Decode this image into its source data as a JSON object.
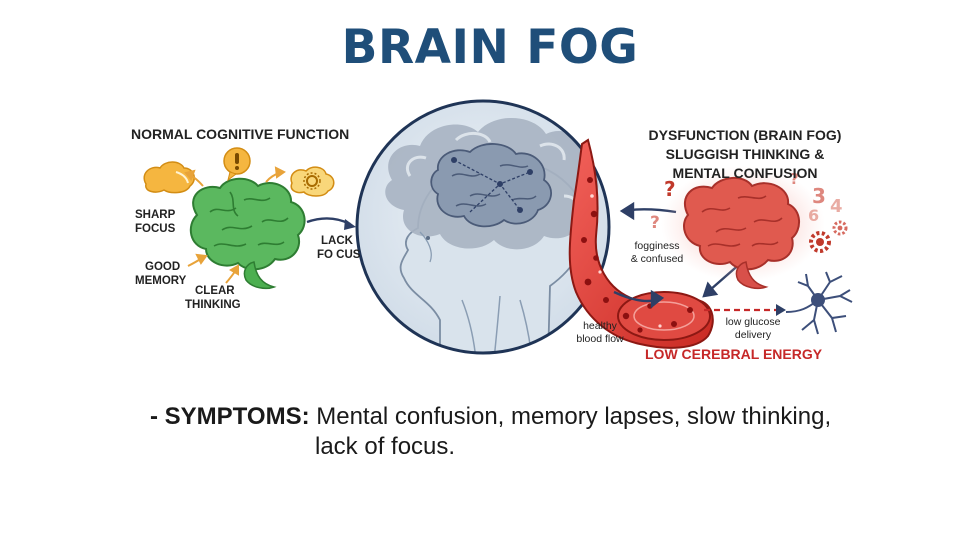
{
  "title": "BRAIN FOG",
  "colors": {
    "title": "#1f4e79",
    "healthy_brain": "#4caf50",
    "foggy_brain": "#e05a4f",
    "vessel": "#d9322b",
    "low_energy_text": "#c62828",
    "neuron": "#3d4f7a",
    "thought_bubble": "#f5b640"
  },
  "left_panel": {
    "heading": "NORMAL COGNITIVE FUNCTION",
    "labels": {
      "sharp_focus_1": "SHARP",
      "sharp_focus_2": "FOCUS",
      "good_memory_1": "GOOD",
      "good_memory_2": "MEMORY",
      "clear_thinking_1": "CLEAR",
      "clear_thinking_2": "THINKING",
      "lack_focus_1": "LACK",
      "lack_focus_2": "FO CUS"
    },
    "icons": [
      "cloud-bubble-icon",
      "exclamation-bubble-icon",
      "gear-bubble-icon"
    ]
  },
  "right_panel": {
    "heading_1": "DYSFUNCTION (BRAIN FOG)",
    "heading_2": "SLUGGISH THINKING &",
    "heading_3": "MENTAL CONFUSION",
    "labels": {
      "fogginess_1": "fogginess",
      "fogginess_2": "& confused",
      "healthy_flow_1": "healthy",
      "healthy_flow_2": "blood flow",
      "low_glucose_1": "low glucose",
      "low_glucose_2": "delivery",
      "low_energy": "LOW CEREBRAL ENERGY"
    },
    "floating_digits": [
      "3",
      "4",
      "6"
    ]
  },
  "symptoms": {
    "key": "- SYMPTOMS:",
    "text_line1": " Mental confusion, memory lapses, slow thinking,",
    "text_line2": "lack of focus."
  }
}
